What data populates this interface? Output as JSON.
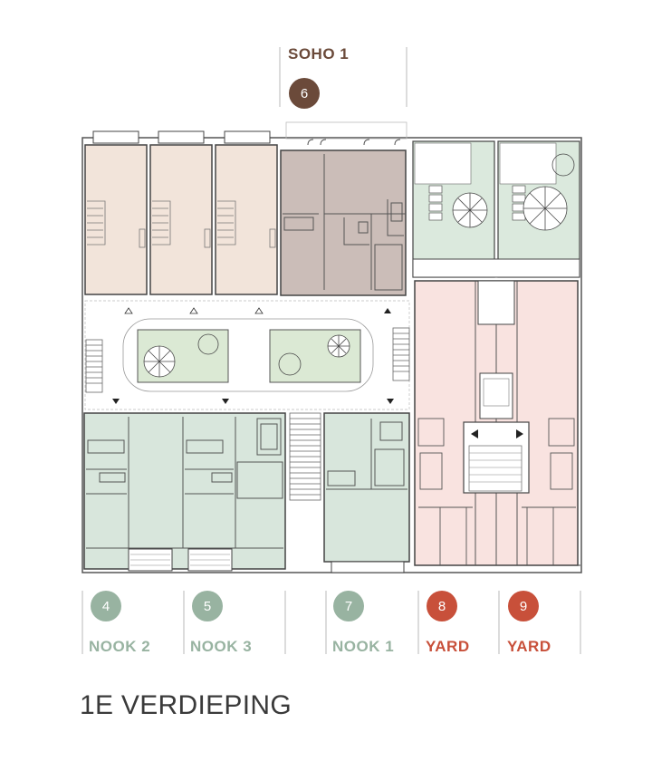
{
  "title": "1E VERDIEPING",
  "colors": {
    "soho": "#6b4a3a",
    "nook": "#98b3a1",
    "yard": "#c8503a",
    "soho_fill": "#cbbdb8",
    "nook_fill": "#d8e6dc",
    "yard_fill": "#f9e3e0",
    "house_fill": "#f2e4da"
  },
  "units": [
    {
      "id": "soho1",
      "number": "6",
      "name": "SOHO 1",
      "type": "soho"
    },
    {
      "id": "nook2",
      "number": "4",
      "name": "NOOK 2",
      "type": "nook"
    },
    {
      "id": "nook3",
      "number": "5",
      "name": "NOOK 3",
      "type": "nook"
    },
    {
      "id": "nook1",
      "number": "7",
      "name": "NOOK 1",
      "type": "nook"
    },
    {
      "id": "yard8",
      "number": "8",
      "name": "YARD",
      "type": "yard"
    },
    {
      "id": "yard9",
      "number": "9",
      "name": "YARD",
      "type": "yard"
    }
  ]
}
